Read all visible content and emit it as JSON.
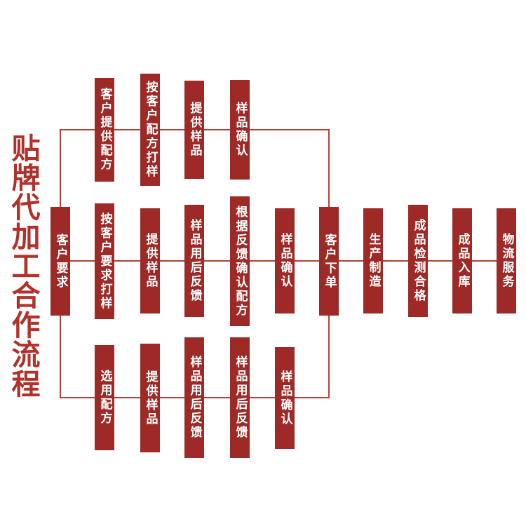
{
  "title": "贴牌代加工合作流程",
  "colors": {
    "bg": "#ffffff",
    "box": "#9d2a27",
    "line": "#b4423a",
    "title": "#b2312a",
    "text": "#ffffff"
  },
  "flow": {
    "start_node": "客户要求",
    "converge_node": "客户下单",
    "top_branch": [
      "客户提供配方",
      "按客户配方打样",
      "提供样品",
      "样品确认"
    ],
    "middle_branch": [
      "客户要求",
      "按客户要求打样",
      "提供样品",
      "样品用后反馈",
      "根据反馈确认配方",
      "样品确认",
      "客户下单",
      "生产制造",
      "成品检测合格",
      "成品入库",
      "物流服务"
    ],
    "bottom_branch": [
      "选用配方",
      "提供样品",
      "样品用后反馈",
      "样品用后反馈",
      "样品确认"
    ]
  }
}
